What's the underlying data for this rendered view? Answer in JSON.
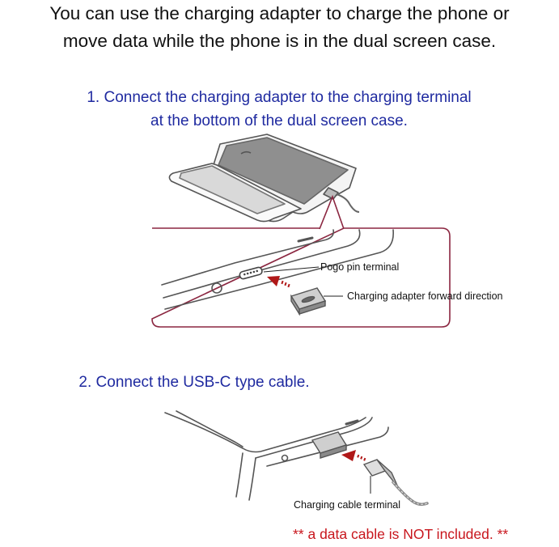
{
  "intro": {
    "line1": "You can use the charging adapter to charge the phone or",
    "line2": "move data while the phone is in the dual screen case."
  },
  "step1": {
    "line1": "1. Connect the charging adapter to the charging terminal",
    "line2": "at the bottom of the dual screen case."
  },
  "labels": {
    "pogo": "Pogo pin terminal",
    "adapter": "Charging adapter forward direction",
    "cable_terminal": "Charging cable terminal"
  },
  "step2": {
    "text": "2. Connect the USB-C type cable."
  },
  "note": {
    "text": "** a data cable is NOT included. **"
  },
  "colors": {
    "instruction": "#1f2aa0",
    "note": "#c8161d",
    "callout": "#8b2640",
    "arrow": "#b01818"
  }
}
